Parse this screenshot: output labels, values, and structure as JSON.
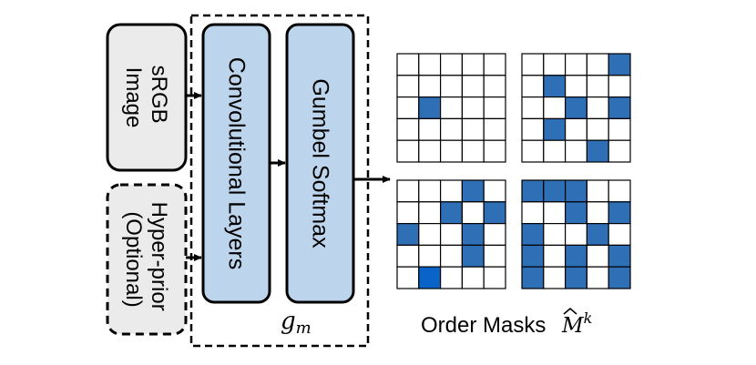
{
  "inputs": {
    "image_lines": [
      "sRGB",
      "Image"
    ],
    "prior_lines": [
      "Hyper-prior",
      "(Optional)"
    ]
  },
  "network": {
    "block1_label": "Convolutional Layers",
    "block2_label": "Gumbel Softmax",
    "func_symbol": "g",
    "func_subscript": "m"
  },
  "output": {
    "label": "Order Masks",
    "symbol": "M",
    "superscript": "k",
    "masks": [
      [
        [
          0,
          0,
          0,
          0,
          0
        ],
        [
          0,
          0,
          0,
          0,
          0
        ],
        [
          0,
          1,
          0,
          0,
          0
        ],
        [
          0,
          0,
          0,
          0,
          0
        ],
        [
          0,
          0,
          0,
          0,
          0
        ]
      ],
      [
        [
          0,
          0,
          0,
          0,
          1
        ],
        [
          0,
          1,
          0,
          0,
          0
        ],
        [
          0,
          0,
          1,
          0,
          1
        ],
        [
          0,
          1,
          0,
          0,
          0
        ],
        [
          0,
          0,
          0,
          1,
          0
        ]
      ],
      [
        [
          0,
          0,
          0,
          1,
          0
        ],
        [
          0,
          0,
          1,
          0,
          1
        ],
        [
          1,
          0,
          0,
          1,
          0
        ],
        [
          0,
          0,
          0,
          1,
          0
        ],
        [
          0,
          1,
          0,
          0,
          0
        ]
      ],
      [
        [
          1,
          1,
          1,
          0,
          0
        ],
        [
          0,
          0,
          1,
          0,
          1
        ],
        [
          1,
          0,
          0,
          1,
          0
        ],
        [
          1,
          0,
          1,
          0,
          1
        ],
        [
          1,
          0,
          1,
          0,
          1
        ]
      ]
    ]
  },
  "colors": {
    "block_fill": "#bcd4ec",
    "input_fill": "#ebebeb",
    "cell_fill": "#2e6fb6",
    "highlight_cell_fill": "#0a63c9"
  }
}
